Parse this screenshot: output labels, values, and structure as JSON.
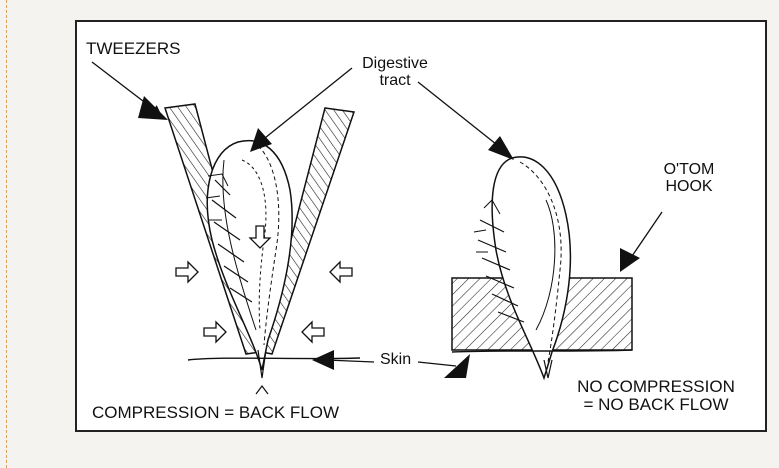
{
  "labels": {
    "tweezers": "TWEEZERS",
    "digestive_line1": "Digestive",
    "digestive_line2": "tract",
    "otom_line1": "O'TOM",
    "otom_line2": "HOOK",
    "skin": "Skin",
    "left_caption": "COMPRESSION = BACK FLOW",
    "right_caption_line1": "NO COMPRESSION",
    "right_caption_line2": "= NO BACK FLOW"
  },
  "colors": {
    "ink": "#111111",
    "panel": "#ffffff",
    "page": "#f4f3ef"
  }
}
